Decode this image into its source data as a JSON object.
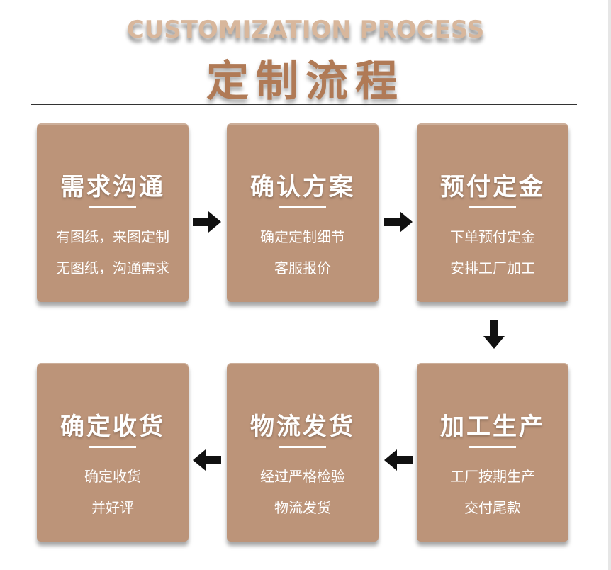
{
  "header": {
    "title_en": "CUSTOMIZATION PROCESS",
    "title_cn": "定制流程"
  },
  "steps": [
    {
      "title": "需求沟通",
      "line1": "有图纸，来图定制",
      "line2": "无图纸，沟通需求"
    },
    {
      "title": "确认方案",
      "line1": "确定定制细节",
      "line2": "客服报价"
    },
    {
      "title": "预付定金",
      "line1": "下单预付定金",
      "line2": "安排工厂加工"
    },
    {
      "title": "加工生产",
      "line1": "工厂按期生产",
      "line2": "交付尾款"
    },
    {
      "title": "物流发货",
      "line1": "经过严格检验",
      "line2": "物流发货"
    },
    {
      "title": "确定收货",
      "line1": "确定收货",
      "line2": "并好评"
    }
  ],
  "colors": {
    "card": "#bc9479",
    "title_en": "#d8b79c",
    "title_cn": "#b07a56",
    "arrow": "#111111"
  },
  "icons": {
    "right": "arrow-right-icon",
    "down": "arrow-down-icon",
    "left": "arrow-left-icon"
  }
}
